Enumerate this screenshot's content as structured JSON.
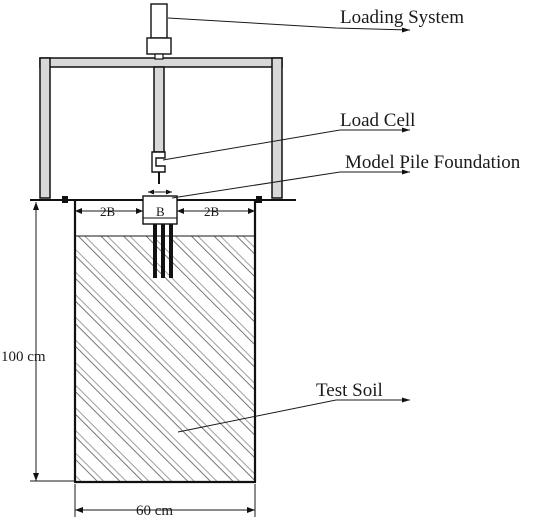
{
  "labels": {
    "loading_system": "Loading System",
    "load_cell": "Load Cell",
    "model_pile_foundation": "Model Pile Foundation",
    "test_soil": "Test Soil",
    "height": "100 cm",
    "width": "60 cm",
    "left_gap": "2B",
    "cap_width": "B",
    "right_gap": "2B"
  },
  "colors": {
    "line": "#1a1a1a",
    "hatch": "#555555",
    "frame_fill": "#d8d8d8",
    "pile": "#111111"
  }
}
